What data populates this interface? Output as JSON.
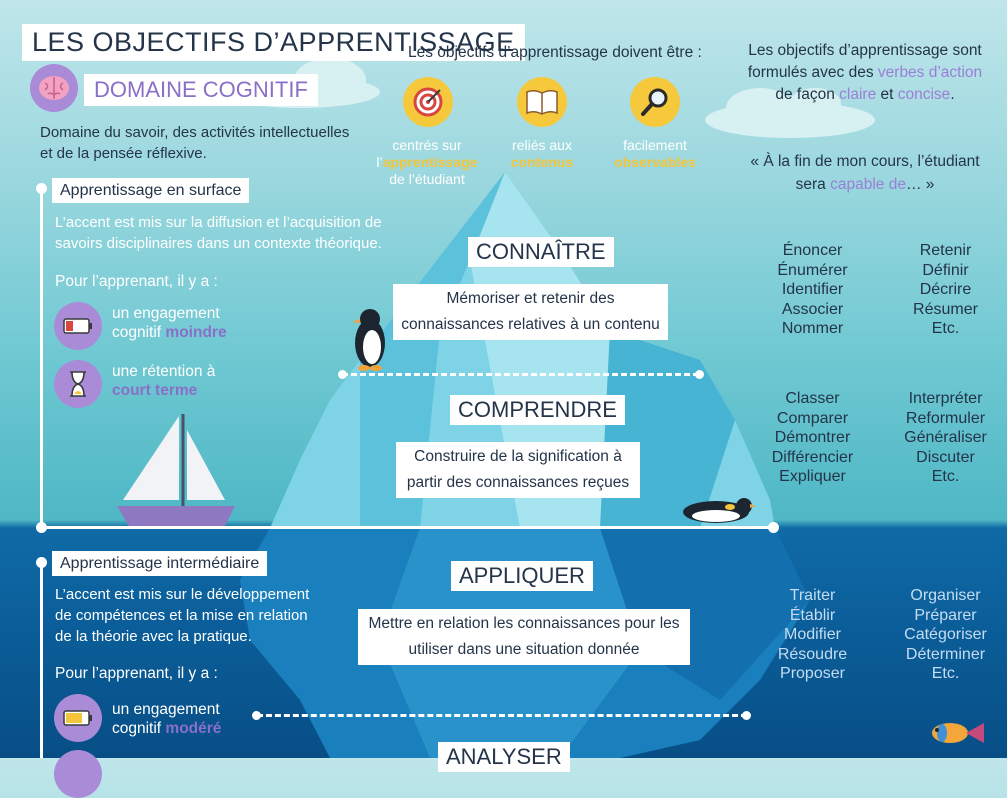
{
  "header": {
    "title": "LES OBJECTIFS D’APPRENTISSAGE",
    "domain": "DOMAINE COGNITIF",
    "domain_desc": [
      "Domaine du savoir, des activités intellectuelles",
      "et de la pensée réflexive."
    ]
  },
  "criteria": {
    "intro": "Les objectifs d’apprentissage doivent être :",
    "items": [
      {
        "icon": "target-icon",
        "l1": "centrés sur",
        "pre": "l’",
        "hl": "apprentissage",
        "l3": "de l’étudiant"
      },
      {
        "icon": "book-icon",
        "l1": "reliés aux",
        "hl": "contenus"
      },
      {
        "icon": "magnifier-icon",
        "l1": "facilement",
        "hl": "observables"
      }
    ]
  },
  "formulation": {
    "l1": "Les objectifs d’apprentissage sont",
    "l2_pre": "formulés avec des ",
    "l2_hl": "verbes d’action",
    "l3_pre": "de façon ",
    "l3_hl1": "claire",
    "l3_mid": " et ",
    "l3_hl2": "concise",
    "l3_post": ".",
    "quote1": "« À la fin de mon cours, l’étudiant",
    "quote2_pre": "sera ",
    "quote2_hl": "capable de",
    "quote2_post": "… »"
  },
  "surface": {
    "label": "Apprentissage en surface",
    "desc": [
      "L’accent est mis sur la diffusion et l’acquisition de",
      "savoirs disciplinaires dans un contexte théorique."
    ],
    "learner": "Pour l’apprenant, il y a :",
    "engagement_pre": "un engagement",
    "engagement_l2": "cognitif ",
    "engagement_hl": "moindre",
    "retention_pre": "une rétention à",
    "retention_hl": "court terme"
  },
  "intermediate": {
    "label": "Apprentissage intermédiaire",
    "desc": [
      "L’accent est mis sur le développement",
      "de compétences et la mise en relation",
      "de la théorie avec la pratique."
    ],
    "learner": "Pour l’apprenant, il y a :",
    "engagement_pre": "un engagement",
    "engagement_l2": "cognitif ",
    "engagement_hl": "modéré"
  },
  "levels": {
    "connaitre": {
      "title": "CONNAÎTRE",
      "desc": [
        "Mémoriser et retenir des",
        "connaissances relatives à un contenu"
      ]
    },
    "comprendre": {
      "title": "COMPRENDRE",
      "desc": [
        "Construire de la signification à",
        "partir des connaissances reçues"
      ]
    },
    "appliquer": {
      "title": "APPLIQUER",
      "desc": [
        "Mettre en relation les connaissances pour les",
        "utiliser dans une situation donnée"
      ]
    },
    "analyser": {
      "title": "ANALYSER"
    }
  },
  "verbs": {
    "connaitre_a": [
      "Énoncer",
      "Énumérer",
      "Identifier",
      "Associer",
      "Nommer"
    ],
    "connaitre_b": [
      "Retenir",
      "Définir",
      "Décrire",
      "Résumer",
      "Etc."
    ],
    "comprendre_a": [
      "Classer",
      "Comparer",
      "Démontrer",
      "Différencier",
      "Expliquer"
    ],
    "comprendre_b": [
      "Interpréter",
      "Reformuler",
      "Généraliser",
      "Discuter",
      "Etc."
    ],
    "appliquer_a": [
      "Traiter",
      "Établir",
      "Modifier",
      "Résoudre",
      "Proposer"
    ],
    "appliquer_b": [
      "Organiser",
      "Préparer",
      "Catégoriser",
      "Déterminer",
      "Etc."
    ]
  },
  "colors": {
    "accent_purple": "#8a6fc7",
    "accent_yellow": "#f4c53a",
    "deep_water": "#0a5c97",
    "sky": "#bfe6ea"
  }
}
